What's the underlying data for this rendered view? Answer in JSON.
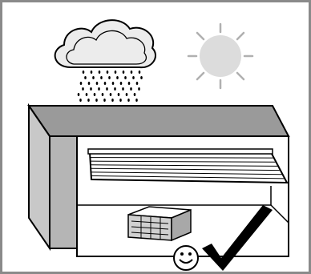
{
  "illustration": {
    "frame_color": "#8a8a8a",
    "outline_color": "#000000",
    "wall_color": "#b5b5b5",
    "roof_color": "#9a9a9a",
    "sun_color": "#dcdcdc",
    "sun_ray_color": "#b0b0b0",
    "cloud_fill": "#ececec",
    "rain_color": "#000000",
    "awning_fill": "#ffffff",
    "unit_fill": "#d0d0d0",
    "elements": [
      "rain-cloud-icon",
      "sun-icon",
      "open-shed",
      "roller-awning",
      "outdoor-unit",
      "smiley-icon",
      "checkmark-icon"
    ]
  }
}
